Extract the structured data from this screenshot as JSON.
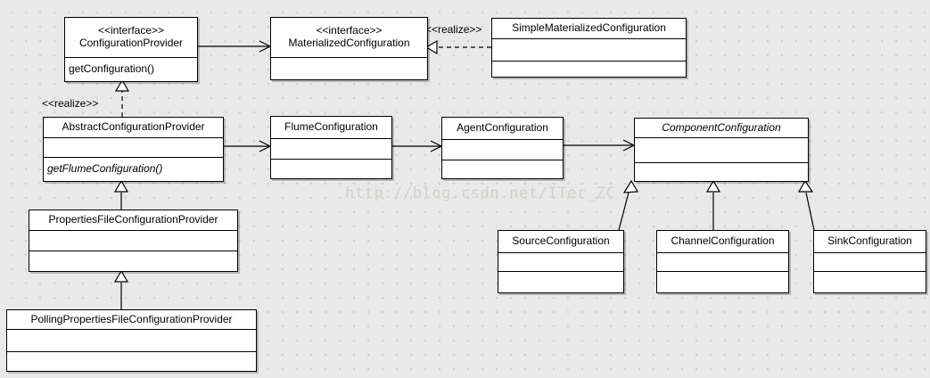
{
  "watermark": {
    "text": "http://blog.csdn.net/ITer_ZC"
  },
  "labels": {
    "realize_left": "<<realize>>",
    "realize_right": "<<realize>>"
  },
  "classes": {
    "configuration_provider": {
      "stereotype": "<<interface>>",
      "name": "ConfigurationProvider",
      "method": "getConfiguration()"
    },
    "materialized_configuration": {
      "stereotype": "<<interface>>",
      "name": "MaterializedConfiguration"
    },
    "simple_materialized_configuration": {
      "name": "SimpleMaterializedConfiguration"
    },
    "abstract_configuration_provider": {
      "name": "AbstractConfigurationProvider",
      "method": "getFlumeConfiguration()",
      "method_abstract": true
    },
    "flume_configuration": {
      "name": "FlumeConfiguration"
    },
    "agent_configuration": {
      "name": "AgentConfiguration"
    },
    "component_configuration": {
      "name": "ComponentConfiguration",
      "abstract": true
    },
    "properties_file_configuration_provider": {
      "name": "PropertiesFileConfigurationProvider"
    },
    "polling_properties_file_configuration_provider": {
      "name": "PollingPropertiesFileConfigurationProvider"
    },
    "source_configuration": {
      "name": "SourceConfiguration"
    },
    "channel_configuration": {
      "name": "ChannelConfiguration"
    },
    "sink_configuration": {
      "name": "SinkConfiguration"
    }
  },
  "relationships": [
    {
      "from": "ConfigurationProvider",
      "to": "MaterializedConfiguration",
      "type": "association"
    },
    {
      "from": "SimpleMaterializedConfiguration",
      "to": "MaterializedConfiguration",
      "type": "realization",
      "label": "<<realize>>"
    },
    {
      "from": "AbstractConfigurationProvider",
      "to": "ConfigurationProvider",
      "type": "realization",
      "label": "<<realize>>"
    },
    {
      "from": "AbstractConfigurationProvider",
      "to": "FlumeConfiguration",
      "type": "association"
    },
    {
      "from": "FlumeConfiguration",
      "to": "AgentConfiguration",
      "type": "association"
    },
    {
      "from": "AgentConfiguration",
      "to": "ComponentConfiguration",
      "type": "association"
    },
    {
      "from": "PropertiesFileConfigurationProvider",
      "to": "AbstractConfigurationProvider",
      "type": "generalization"
    },
    {
      "from": "PollingPropertiesFileConfigurationProvider",
      "to": "PropertiesFileConfigurationProvider",
      "type": "generalization"
    },
    {
      "from": "SourceConfiguration",
      "to": "ComponentConfiguration",
      "type": "generalization"
    },
    {
      "from": "ChannelConfiguration",
      "to": "ComponentConfiguration",
      "type": "generalization"
    },
    {
      "from": "SinkConfiguration",
      "to": "ComponentConfiguration",
      "type": "generalization"
    }
  ],
  "colors": {
    "background": "#e9e9e9",
    "grid_dot": "#d2d2d2",
    "box_fill": "#ffffff",
    "line": "#000000",
    "watermark": "#d2d2cb"
  }
}
